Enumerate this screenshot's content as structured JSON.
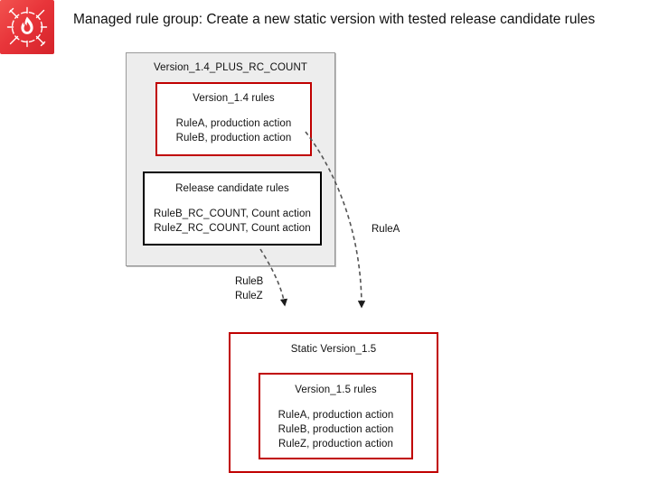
{
  "page": {
    "title": "Managed rule group: Create a new static version with tested release candidate rules",
    "icon_name": "aws-waf-icon",
    "background_color": "#ffffff"
  },
  "colors": {
    "icon_background": "#e8353a",
    "red_border": "#c00000",
    "black_border": "#000000",
    "gray_fill": "#ededed",
    "gray_border": "#9a9a9a",
    "text": "#111111",
    "arrow": "#3f3f3f"
  },
  "diagram": {
    "type": "flow-diagram",
    "nodes": [
      {
        "id": "gray-container",
        "label": "Version_1.4_PLUS_RC_COUNT",
        "style": "gray",
        "lines": []
      },
      {
        "id": "v14-box",
        "label": "Version_1.4 rules",
        "style": "red",
        "lines": [
          "RuleA, production action",
          "RuleB, production action"
        ]
      },
      {
        "id": "rc-box",
        "label": "Release candidate rules",
        "style": "black",
        "lines": [
          "RuleB_RC_COUNT, Count action",
          "RuleZ_RC_COUNT, Count action"
        ]
      },
      {
        "id": "static15-box",
        "label": "Static Version_1.5",
        "style": "red",
        "lines": []
      },
      {
        "id": "v15-box",
        "label": "Version_1.5 rules",
        "style": "red",
        "lines": [
          "RuleA, production action",
          "RuleB, production action",
          "RuleZ, production action"
        ]
      }
    ],
    "edges": [
      {
        "id": "edge-rulea",
        "from": "v14-box",
        "to": "static15-box",
        "label": "RuleA",
        "style": "dashed-curved-arrow"
      },
      {
        "id": "edge-rulebz",
        "from": "rc-box",
        "to": "static15-box",
        "label_line1": "RuleB",
        "label_line2": "RuleZ",
        "style": "dashed-curved-arrow"
      }
    ]
  }
}
